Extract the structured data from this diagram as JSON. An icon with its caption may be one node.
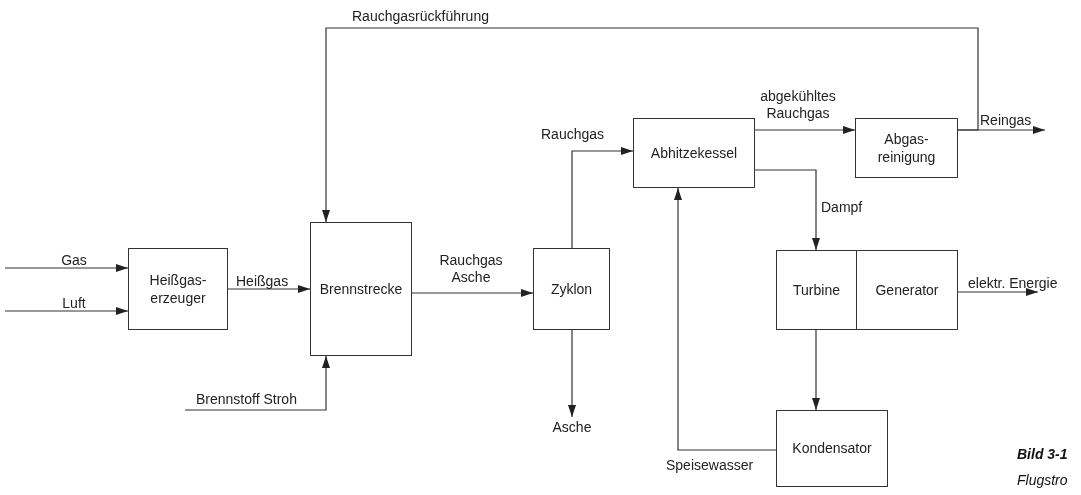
{
  "diagram": {
    "nodes": [
      {
        "text": [
          "Heißgas-erzeuger"
        ]
      },
      {
        "text": [
          "Brennstrecke"
        ]
      },
      {
        "text": [
          "Zyklon"
        ]
      },
      {
        "text": [
          "Abhitzekessel"
        ]
      },
      {
        "text": [
          "Abgas-reinigung"
        ]
      },
      {
        "text": [
          "Turbine"
        ]
      },
      {
        "text": [
          "Generator"
        ]
      },
      {
        "text": [
          "Kondensator"
        ]
      },
      {
        "text": [
          "Asche"
        ]
      }
    ],
    "edges": [
      {
        "from": null,
        "to": 0,
        "arrow": "to",
        "label": "Gas"
      },
      {
        "from": null,
        "to": 0,
        "arrow": "to",
        "label": "Luft"
      },
      {
        "from": 0,
        "to": 1,
        "arrow": "to",
        "label": "Heißgas"
      },
      {
        "from": null,
        "to": 1,
        "arrow": "to",
        "label": "Brennstoff Stroh"
      },
      {
        "from": 1,
        "to": 2,
        "arrow": "to",
        "label": "Rauchgas Asche"
      },
      {
        "from": 2,
        "to": 3,
        "arrow": "to",
        "label": "Rauchgas"
      },
      {
        "from": 3,
        "to": 4,
        "arrow": "to",
        "label": "abgekühltes Rauchgas"
      },
      {
        "from": 4,
        "to": null,
        "arrow": "to",
        "label": "Reingas"
      },
      {
        "from": 4,
        "to": 1,
        "arrow": "to",
        "label": "Rauchgasrückführung"
      },
      {
        "from": 3,
        "to": 5,
        "arrow": "to",
        "label": "Dampf"
      },
      {
        "from": 6,
        "to": null,
        "arrow": "to",
        "label": "elektr. Energie"
      },
      {
        "from": 5,
        "to": 7,
        "arrow": "to"
      },
      {
        "from": 2,
        "to": 8,
        "arrow": "to"
      },
      {
        "from": 7,
        "to": 3,
        "arrow": "to",
        "label": "Speisewasser"
      }
    ],
    "labels": [
      "Bild 3-1",
      "Flugstro"
    ]
  }
}
